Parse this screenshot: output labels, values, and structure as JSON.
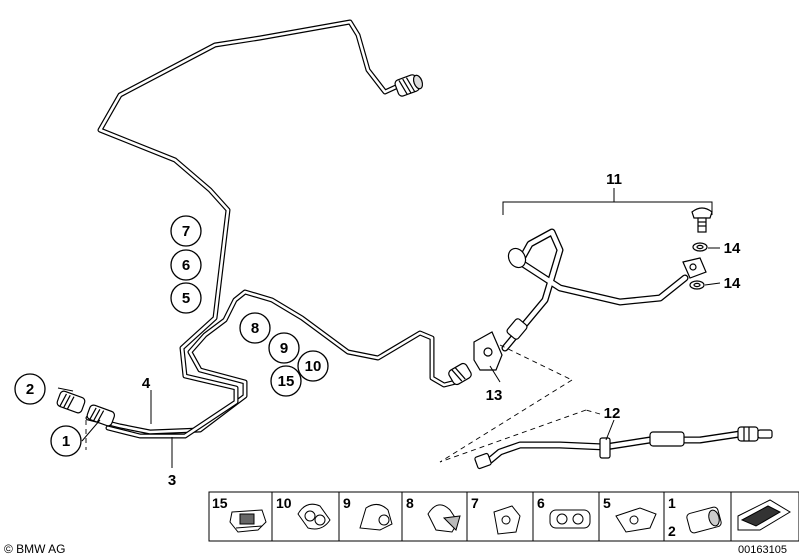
{
  "callouts": {
    "c1": "1",
    "c2": "2",
    "c3": "3",
    "c4": "4",
    "c5": "5",
    "c6": "6",
    "c7": "7",
    "c8": "8",
    "c9": "9",
    "c10": "10",
    "c11": "11",
    "c12": "12",
    "c13": "13",
    "c14a": "14",
    "c14b": "14",
    "c15": "15"
  },
  "tray": [
    {
      "num": "15",
      "icon": "clip-icon"
    },
    {
      "num": "10",
      "icon": "double-clip-icon"
    },
    {
      "num": "9",
      "icon": "holder-icon"
    },
    {
      "num": "8",
      "icon": "expanding-rivet-icon"
    },
    {
      "num": "7",
      "icon": "grommet-icon"
    },
    {
      "num": "6",
      "icon": "pipe-holder-icon"
    },
    {
      "num": "5",
      "icon": "pipe-clip-icon"
    },
    {
      "num": "1",
      "num2": "2",
      "icon": "hose-nut-icon"
    },
    {
      "num": "",
      "icon": "arrow-icon"
    }
  ],
  "footer": {
    "brand": "© BMW AG",
    "code": "00163105"
  }
}
